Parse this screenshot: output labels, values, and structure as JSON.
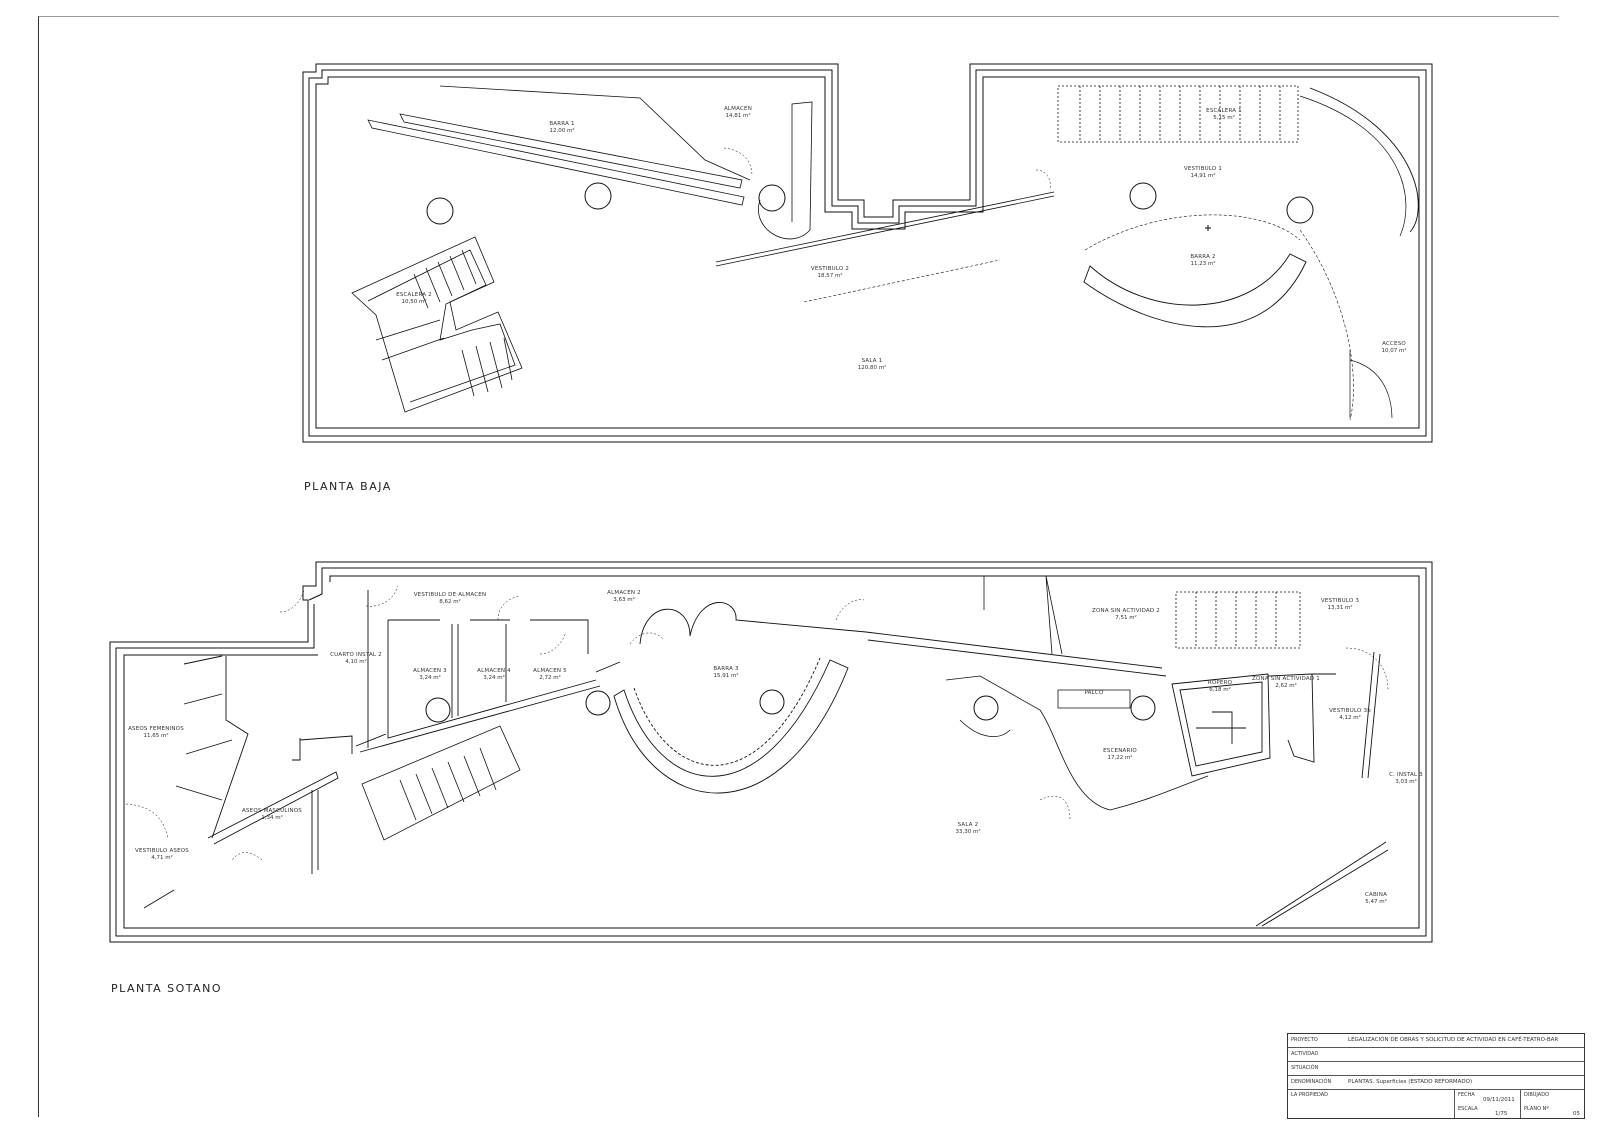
{
  "plans": {
    "ground_title": "PLANTA BAJA",
    "basement_title": "PLANTA SOTANO"
  },
  "ground_rooms": [
    {
      "name": "BARRA 1",
      "area": "12,00 m²"
    },
    {
      "name": "ALMACEN",
      "area": "14,81 m²"
    },
    {
      "name": "ESCALERA 1",
      "area": "5,15 m²"
    },
    {
      "name": "VESTIBULO 1",
      "area": "14,91 m²"
    },
    {
      "name": "VESTIBULO 2",
      "area": "18,57 m²"
    },
    {
      "name": "BARRA 2",
      "area": "11,23 m²"
    },
    {
      "name": "ESCALERA 2",
      "area": "10,50 m²"
    },
    {
      "name": "SALA 1",
      "area": "120,80 m²"
    },
    {
      "name": "ACCESO",
      "area": "10,07 m²"
    }
  ],
  "basement_rooms": [
    {
      "name": "VESTIBULO DE ALMACEN",
      "area": "8,62 m²"
    },
    {
      "name": "ALMACEN 2",
      "area": "3,63 m²"
    },
    {
      "name": "ZONA SIN ACTIVIDAD 2",
      "area": "7,51 m²"
    },
    {
      "name": "VESTIBULO 3",
      "area": "13,31 m²"
    },
    {
      "name": "CUARTO INSTAL 2",
      "area": "4,10 m²"
    },
    {
      "name": "ALMACEN 3",
      "area": "3,24 m²"
    },
    {
      "name": "ALMACEN 4",
      "area": "3,24 m²"
    },
    {
      "name": "ALMACEN 5",
      "area": "2,72 m²"
    },
    {
      "name": "BARRA 3",
      "area": "15,91 m²"
    },
    {
      "name": "PALCO",
      "area": ""
    },
    {
      "name": "ROPERO",
      "area": "6,18 m²"
    },
    {
      "name": "ZONA SIN ACTIVIDAD 1",
      "area": "2,62 m²"
    },
    {
      "name": "VESTIBULO 3b",
      "area": "4,12 m²"
    },
    {
      "name": "ASEOS FEMENINOS",
      "area": "11,65 m²"
    },
    {
      "name": "ESCENARIO",
      "area": "17,22 m²"
    },
    {
      "name": "C. INSTAL 3",
      "area": "3,03 m²"
    },
    {
      "name": "ASEOS MASCULINOS",
      "area": "1,34 m²"
    },
    {
      "name": "SALA 2",
      "area": "33,30 m²"
    },
    {
      "name": "VESTIBULO ASEOS",
      "area": "4,71 m²"
    },
    {
      "name": "CABINA",
      "area": "5,47 m²"
    }
  ],
  "cartouche": {
    "proyecto_label": "PROYECTO",
    "proyecto_value": "LEGALIZACIÓN DE OBRAS Y SOLICITUD DE ACTIVIDAD EN CAFÉ-TEATRO-BAR",
    "actividad_label": "ACTIVIDAD",
    "situacion_label": "SITUACIÓN",
    "plano_label": "DENOMINACIÓN",
    "plano_value": "PLANTAS. Superficies (ESTADO REFORMADO)",
    "propiedad_label": "LA PROPIEDAD",
    "fecha_label": "FECHA",
    "fecha_value": "09/11/2011",
    "escala_label": "ESCALA",
    "escala_value": "1/75",
    "dibujo_label": "DIBUJADO",
    "numero_label": "PLANO Nº",
    "numero_value": "05"
  }
}
